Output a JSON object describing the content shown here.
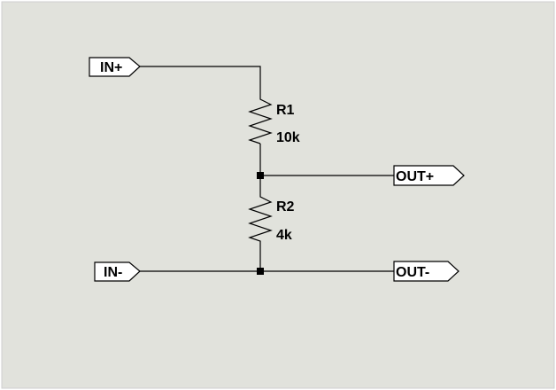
{
  "colors": {
    "background": "#e1e2dc",
    "border": "#cfcfcf",
    "wire": "#000000",
    "port_fill": "#ffffff"
  },
  "ports": {
    "in_plus": "IN+",
    "in_minus": "IN-",
    "out_plus": "OUT+",
    "out_minus": "OUT-"
  },
  "components": {
    "r1": {
      "name": "R1",
      "value": "10k"
    },
    "r2": {
      "name": "R2",
      "value": "4k"
    }
  }
}
